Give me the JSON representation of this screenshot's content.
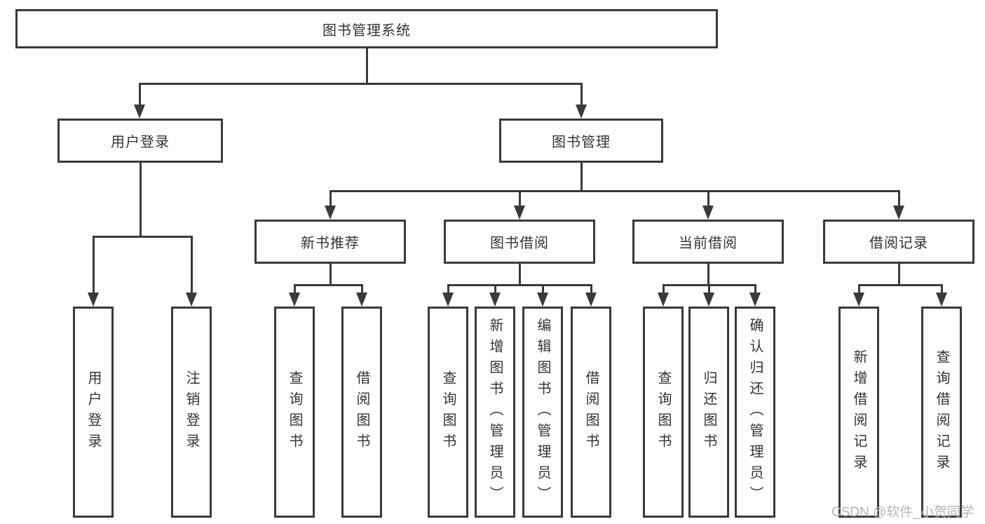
{
  "diagram": {
    "root": {
      "label": "图书管理系统"
    },
    "branches": [
      {
        "label": "用户登录"
      },
      {
        "label": "图书管理"
      }
    ],
    "modules": [
      {
        "label": "新书推荐"
      },
      {
        "label": "图书借阅"
      },
      {
        "label": "当前借阅"
      },
      {
        "label": "借阅记录"
      }
    ],
    "leaves": [
      {
        "label": "用户登录"
      },
      {
        "label": "注销登录"
      },
      {
        "label": "查询图书"
      },
      {
        "label": "借阅图书"
      },
      {
        "label": "查询图书"
      },
      {
        "label": "新增图书（管理员）"
      },
      {
        "label": "编辑图书（管理员）"
      },
      {
        "label": "借阅图书"
      },
      {
        "label": "查询图书"
      },
      {
        "label": "归还图书"
      },
      {
        "label": "确认归还（管理员）"
      },
      {
        "label": "新增借阅记录"
      },
      {
        "label": "查询借阅记录"
      }
    ]
  },
  "watermark": {
    "text": "CSDN @软件_小贺同学"
  },
  "colors": {
    "line": "#3a3a3a",
    "text": "#333333",
    "watermark": "#b5b5b5",
    "bg": "#ffffff"
  }
}
